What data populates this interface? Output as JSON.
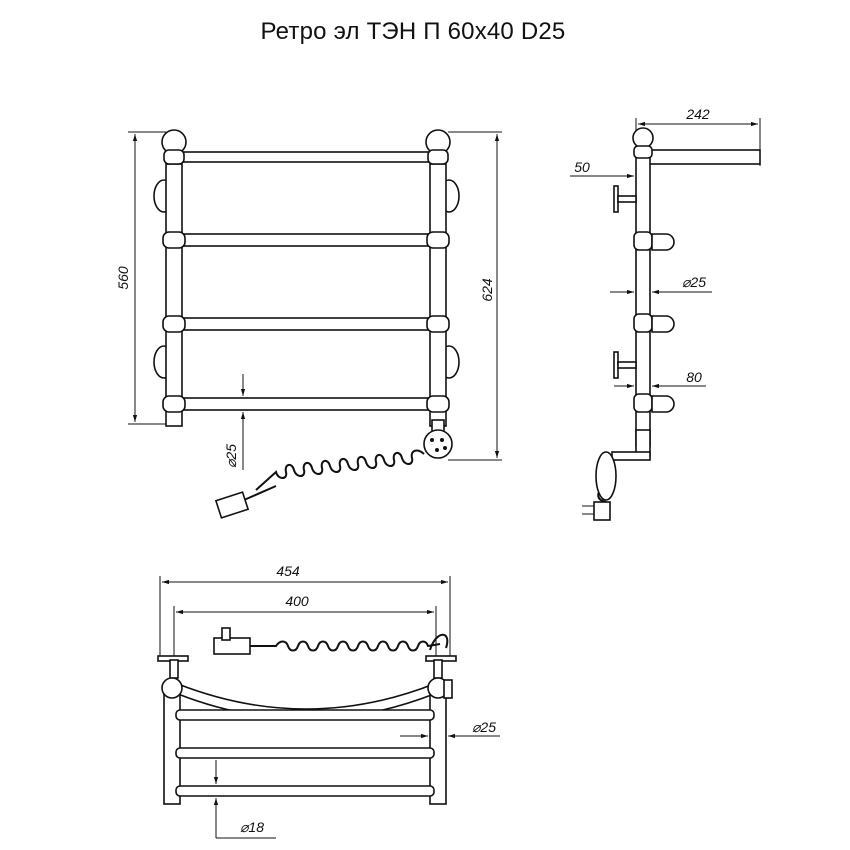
{
  "title": "Ретро эл ТЭН П 60х40  D25",
  "front_view": {
    "height_dim": "560",
    "total_height_dim": "624",
    "pipe_dim": "⌀25"
  },
  "side_view": {
    "depth_dim": "242",
    "wall_offset_dim": "50",
    "pipe_dim": "⌀25",
    "offset_dim": "80"
  },
  "top_view": {
    "overall_width_dim": "454",
    "center_width_dim": "400",
    "pipe_dim": "⌀25",
    "rung_dim": "⌀18"
  }
}
